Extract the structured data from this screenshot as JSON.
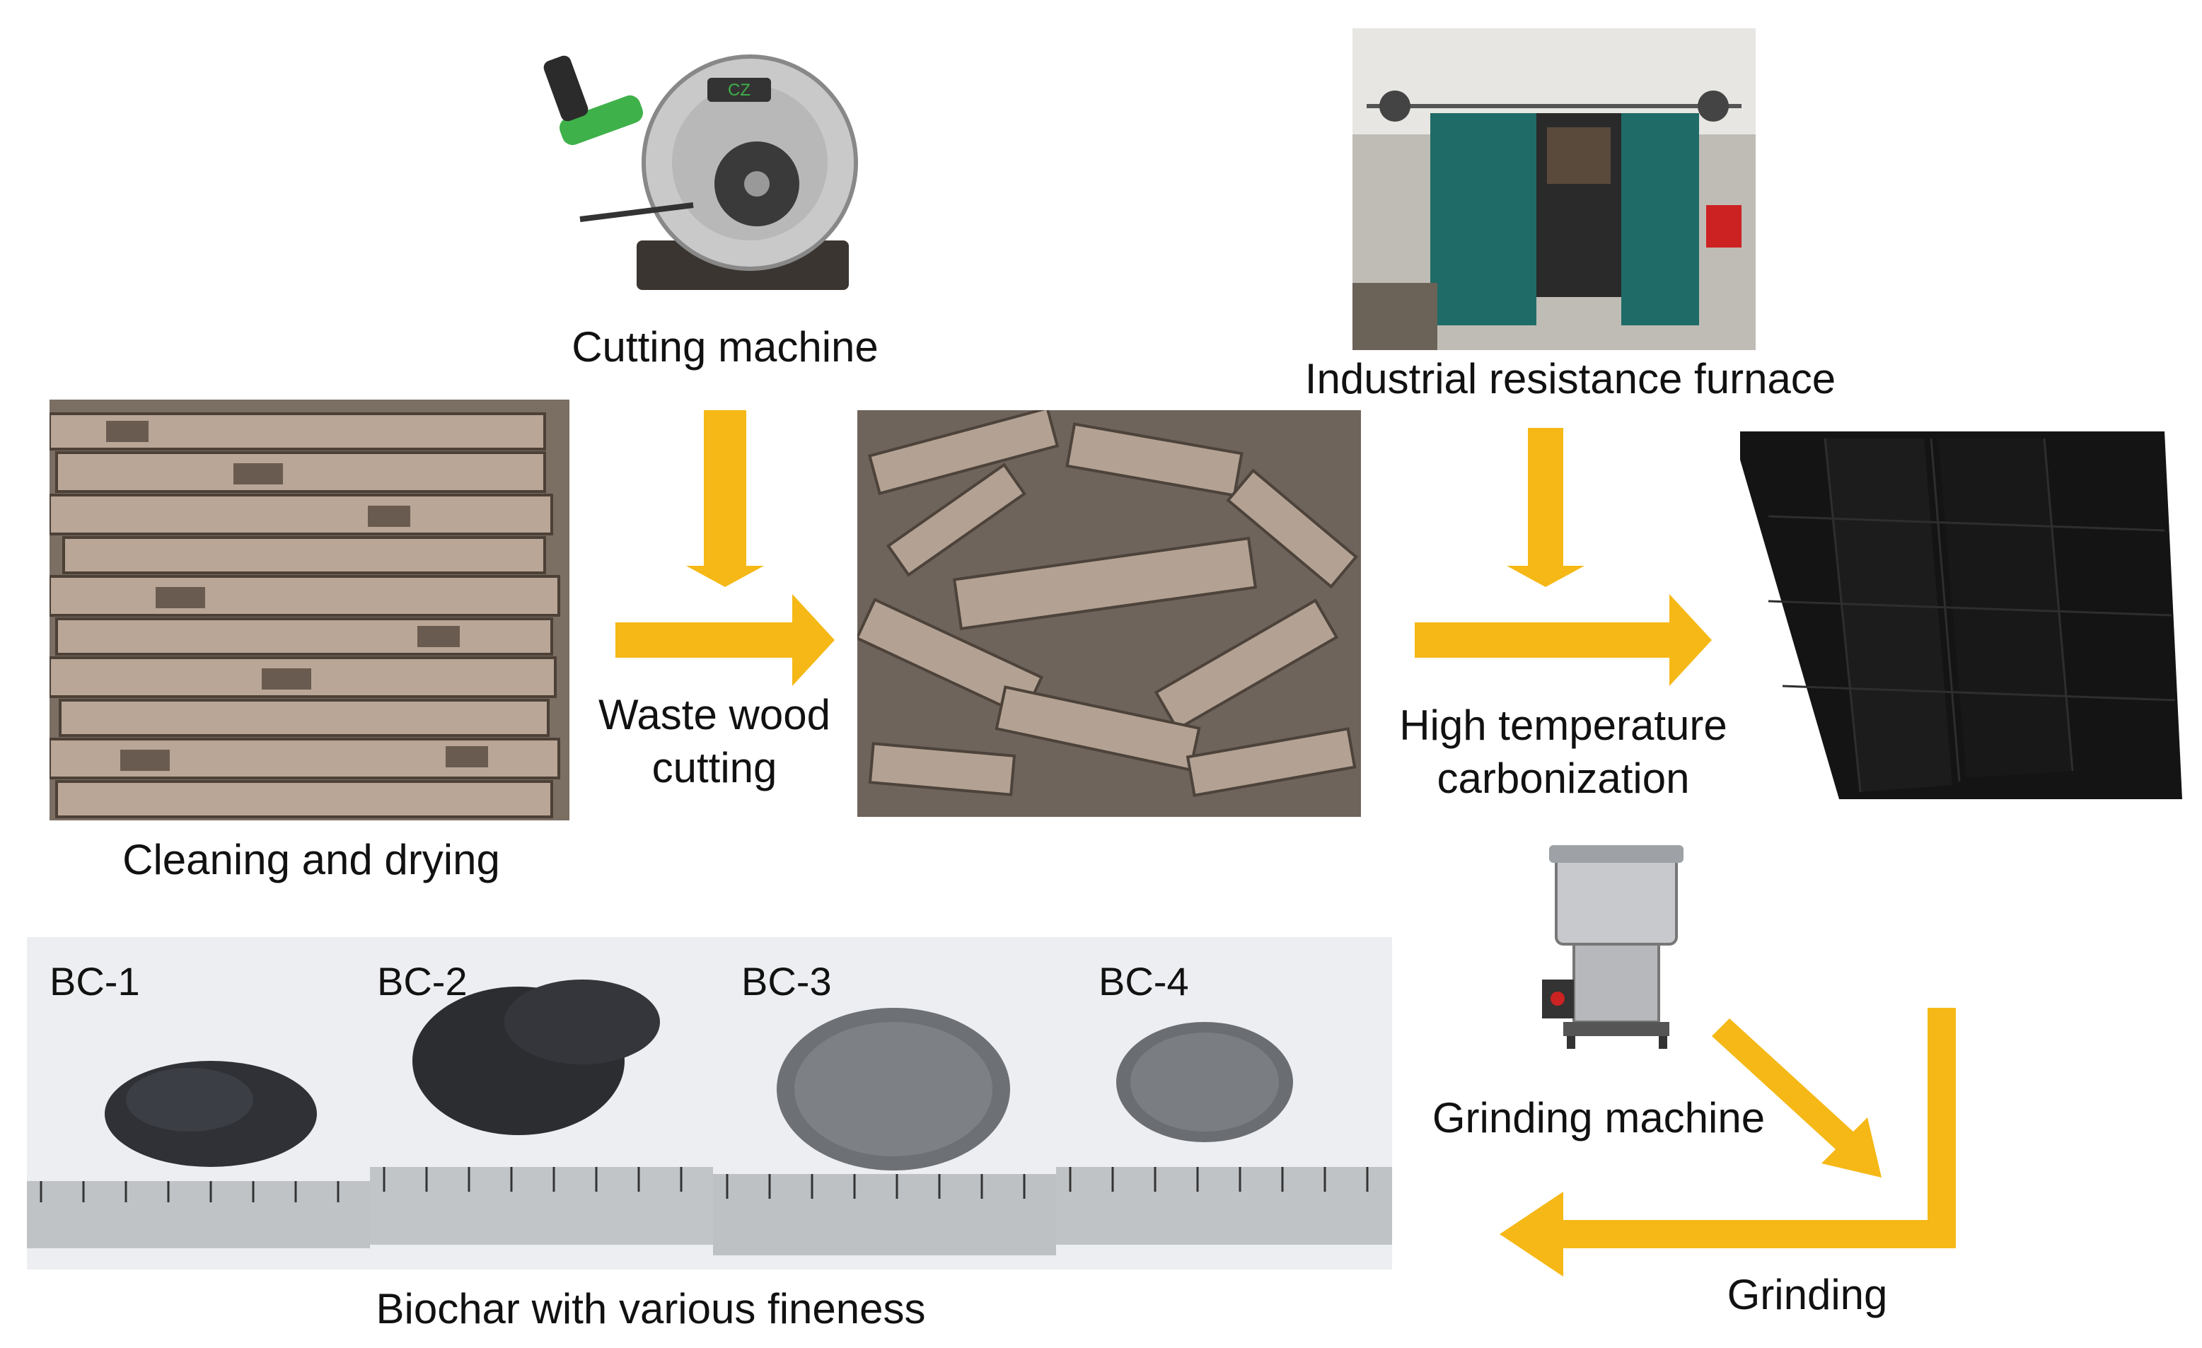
{
  "labels": {
    "cutting_machine": "Cutting machine",
    "furnace": "Industrial resistance furnace",
    "cleaning": "Cleaning and drying",
    "waste_cutting_1": "Waste wood",
    "waste_cutting_2": "cutting",
    "carbonization_1": "High temperature",
    "carbonization_2": "carbonization",
    "grinding_machine": "Grinding machine",
    "grinding": "Grinding",
    "biochar": "Biochar with various fineness"
  },
  "samples": [
    "BC-1",
    "BC-2",
    "BC-3",
    "BC-4"
  ],
  "colors": {
    "arrow": "#F5B816",
    "charcoal": "#141414",
    "wood": "#9A8C80",
    "paper": "#EDEEF1",
    "ruler": "#BFC3C6"
  }
}
